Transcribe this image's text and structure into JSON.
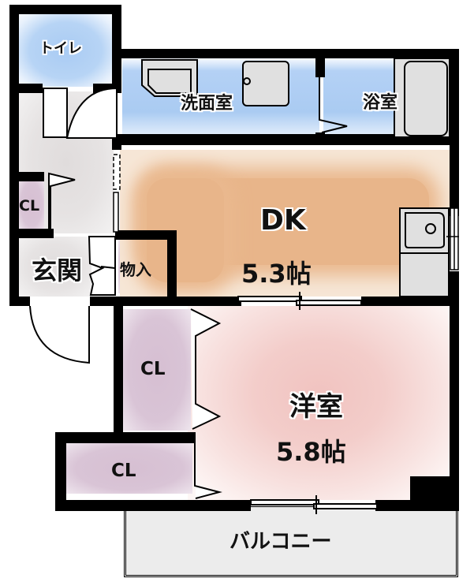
{
  "floorplan": {
    "rooms": {
      "toilet": {
        "label": "トイレ"
      },
      "washroom": {
        "label": "洗面室"
      },
      "bathroom": {
        "label": "浴室"
      },
      "dk": {
        "label": "DK",
        "size": "5.3帖"
      },
      "closet_entry": {
        "label": "CL"
      },
      "entrance": {
        "label": "玄関"
      },
      "storage": {
        "label": "物入"
      },
      "closet_west_1": {
        "label": "CL"
      },
      "closet_west_2": {
        "label": "CL"
      },
      "western_room": {
        "label": "洋室",
        "size": "5.8帖"
      },
      "balcony": {
        "label": "バルコニー"
      }
    },
    "colors": {
      "wall": "#000000",
      "wet_area": "#aacbf2",
      "dk": "#e8b58a",
      "western_room": "#f1c3c0",
      "closet": "#d6bfd2",
      "hallway": "#e0dcdc",
      "balcony": "#ececec",
      "fixture": "#e0e0e0"
    }
  }
}
